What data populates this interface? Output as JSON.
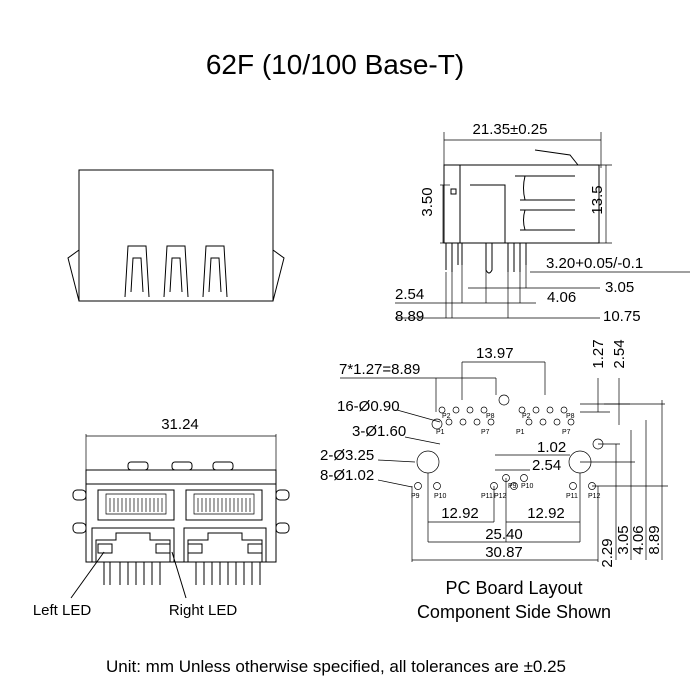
{
  "title": "62F (10/100 Base-T)",
  "footer_note": "Unit: mm Unless otherwise specified, all tolerances are ±0.25",
  "side_view": {
    "width": "21.35±0.25",
    "height_left": "3.50",
    "height_right": "13.5",
    "pin_spec": "3.20+0.05/-0.1",
    "dim_305": "3.05",
    "dim_254": "2.54",
    "dim_406": "4.06",
    "dim_889": "8.89",
    "dim_1075": "10.75"
  },
  "front_view": {
    "width": "31.24",
    "left_led": "Left LED",
    "right_led": "Right LED"
  },
  "board_layout": {
    "pitch": "7*1.27=8.89",
    "span": "13.97",
    "v127": "1.27",
    "v254": "2.54",
    "hole_16": "16-Ø0.90",
    "hole_3": "3-Ø1.60",
    "hole_2": "2-Ø3.25",
    "hole_8": "8-Ø1.02",
    "d102": "1.02",
    "d254": "2.54",
    "h1292_left": "12.92",
    "h1292_right": "12.92",
    "h2540": "25.40",
    "h3087": "30.87",
    "v229": "2.29",
    "v305": "3.05",
    "v406": "4.06",
    "v889": "8.89",
    "pins": [
      "P1",
      "P2",
      "P8",
      "P1",
      "P2",
      "P8",
      "P7",
      "P7",
      "P9",
      "P10",
      "P11",
      "P12",
      "P9",
      "P10",
      "P11",
      "P12"
    ],
    "caption_line1": "PC Board Layout",
    "caption_line2": "Component Side Shown"
  }
}
